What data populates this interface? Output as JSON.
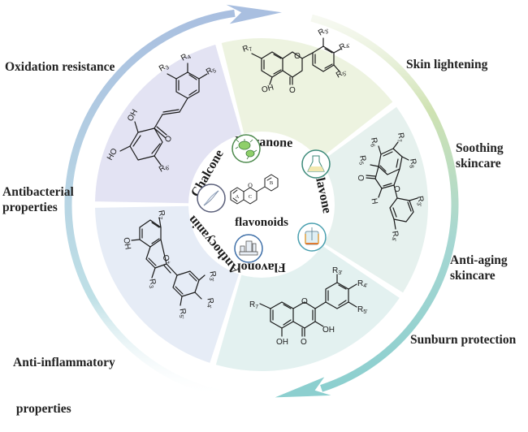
{
  "figure": {
    "center_title": "flavonoids",
    "core_ring_labels": [
      "A",
      "C",
      "B"
    ],
    "core_heteroatom": "O",
    "classes": [
      {
        "name": "Chalcone",
        "sector_color": "#e3e3f3",
        "icon": "bacteria-icon",
        "icon_color": "#4d8a4d"
      },
      {
        "name": "Flavanone",
        "sector_color": "#edf3e0",
        "icon": "flask-icon",
        "icon_color": "#3c8a7a"
      },
      {
        "name": "Flavone",
        "sector_color": "#e6f1ee",
        "icon": "bioreactor-icon",
        "icon_color": "#4aa0b0"
      },
      {
        "name": "Flavonol",
        "sector_color": "#e3f1f0",
        "icon": "factory-icon",
        "icon_color": "#3e6fa8"
      },
      {
        "name": "Anthocyanin",
        "sector_color": "#e6ecf6",
        "icon": "dna-icon",
        "icon_color": "#5a5f7a"
      }
    ],
    "properties_left": [
      {
        "text": "Oxidation resistance"
      },
      {
        "text": "Antibacterial properties",
        "lines": [
          "Antibacterial",
          "properties"
        ]
      },
      {
        "text": "Anti-inflammatory properties",
        "lines": [
          "Anti-inflammatory",
          " properties"
        ]
      }
    ],
    "properties_right": [
      {
        "text": "Skin lightening"
      },
      {
        "text": "Soothing skincare",
        "lines": [
          "Soothing",
          "skincare"
        ]
      },
      {
        "text": "Anti-aging skincare",
        "lines": [
          "Anti-aging",
          "skincare"
        ]
      },
      {
        "text": "Sunburn protection"
      }
    ],
    "arrows": [
      {
        "name": "left-arrow",
        "direction": "counterclockwise-up",
        "color_start": "#bfe0e6",
        "color_end": "#a9bfe0"
      },
      {
        "name": "right-arrow",
        "direction": "clockwise-down",
        "color_start": "#e4eed0",
        "color_end": "#8fcfcf"
      }
    ],
    "structures": {
      "chalcone": {
        "substituents": [
          "R3",
          "R4",
          "R5",
          "R6'",
          "OH",
          "HO",
          "O"
        ]
      },
      "flavanone": {
        "substituents": [
          "R7",
          "R3'",
          "R4'",
          "R5'",
          "OH",
          "O"
        ]
      },
      "flavone": {
        "substituents": [
          "R5",
          "R6",
          "R7",
          "R8",
          "R3'",
          "R4'",
          "H",
          "O"
        ]
      },
      "flavonol": {
        "substituents": [
          "R7",
          "R3'",
          "R4'",
          "R5'",
          "OH",
          "OH",
          "O"
        ]
      },
      "anthocyanin": {
        "substituents": [
          "R7",
          "R3",
          "R3'",
          "R4'",
          "R5'",
          "OH",
          "O+"
        ]
      }
    }
  }
}
